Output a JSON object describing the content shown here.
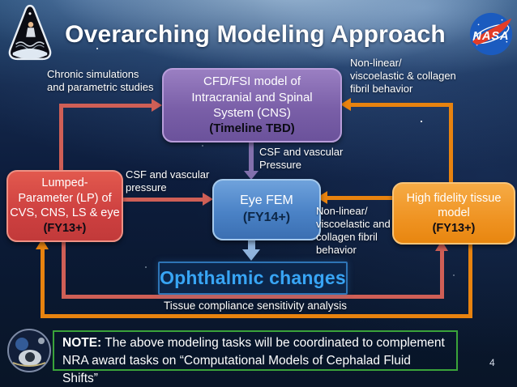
{
  "slide": {
    "title": "Overarching Modeling Approach",
    "page_number": "4"
  },
  "boxes": {
    "cfd": {
      "lines": [
        "CFD/FSI model of",
        "Intracranial and Spinal",
        "System (CNS)"
      ],
      "timeline": "(Timeline TBD)"
    },
    "lp": {
      "lines": [
        "Lumped-",
        "Parameter (LP) of",
        "CVS, CNS, LS & eye"
      ],
      "timeline": "(FY13+)"
    },
    "eye": {
      "lines": [
        "Eye FEM"
      ],
      "timeline": "(FY14+)"
    },
    "tissue": {
      "lines": [
        "High fidelity tissue",
        "model"
      ],
      "timeline": "(FY13+)"
    },
    "ophthalmic": {
      "label": "Ophthalmic changes"
    }
  },
  "labels": {
    "chronic": [
      "Chronic simulations",
      "and parametric studies"
    ],
    "nonlinear_top": [
      "Non-linear/",
      "viscoelastic & collagen",
      "fibril behavior"
    ],
    "csf_center": [
      "CSF and vascular",
      "Pressure"
    ],
    "csf_left": [
      "CSF and vascular",
      "pressure"
    ],
    "nonlinear_right": [
      "Non-linear/",
      "viscoelastic and",
      "collagen fibril",
      "behavior"
    ],
    "tissue_compliance": "Tissue compliance sensitivity analysis"
  },
  "note": {
    "prefix": "NOTE:",
    "line1_rest": " The above modeling tasks will be coordinated to complement",
    "line2": "NRA award tasks on “Computational Models of Cephalad Fluid Shifts”"
  },
  "logos": {
    "nasa_text": "NASA"
  },
  "colors": {
    "arrow_salmon": "#cf5f56",
    "arrow_orange": "#e8830f",
    "arrow_purple": "#8270ad",
    "arrow_blue": "#8fb3dc",
    "box_cfd_fill": "#7a5fa8",
    "box_lp_fill": "#cd4040",
    "box_eye_fill": "#4a82c6",
    "box_tissue_fill": "#ef9322",
    "ophthalmic_text": "#38a5f5",
    "ophthalmic_border": "#2e75b6",
    "note_border": "#3aa33a",
    "title_color": "#ffffff"
  }
}
